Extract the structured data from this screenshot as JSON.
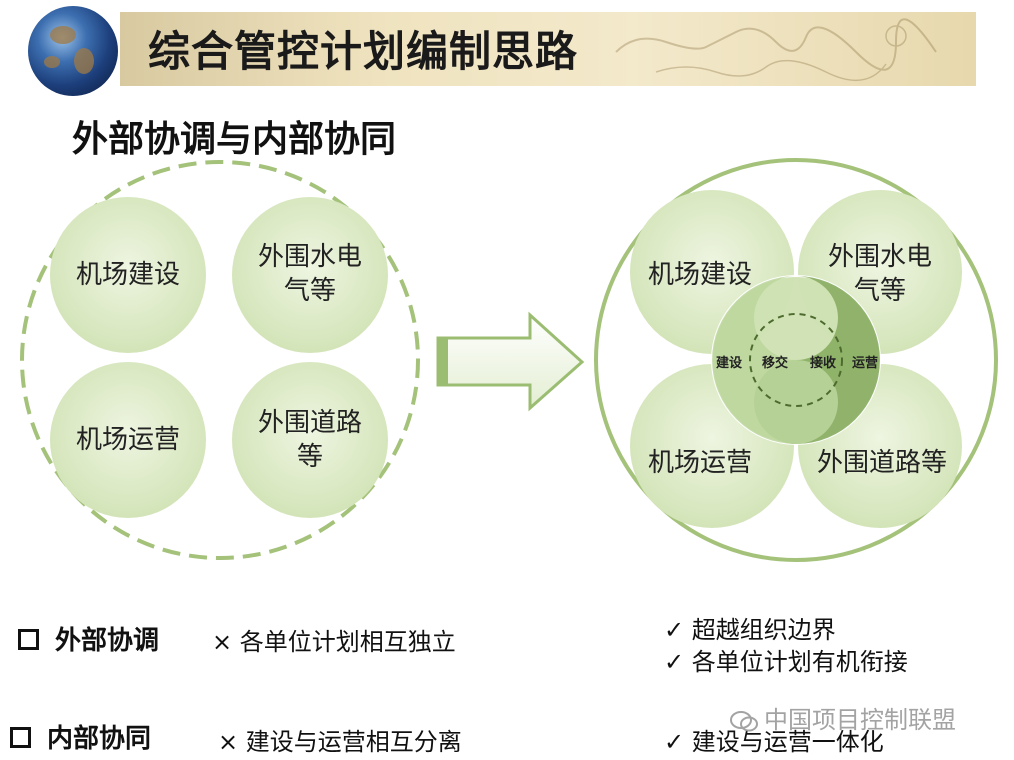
{
  "header": {
    "title": "综合管控计划编制思路"
  },
  "subtitle": "外部协调与内部协同",
  "left_cluster": {
    "items": [
      {
        "label": "机场建设"
      },
      {
        "label": "外围水电\n气等"
      },
      {
        "label": "机场运营"
      },
      {
        "label": "外围道路\n等"
      }
    ]
  },
  "right_cluster": {
    "items": [
      {
        "label": "机场建设"
      },
      {
        "label": "外围水电\n气等"
      },
      {
        "label": "机场运营"
      },
      {
        "label": "外围道路等"
      }
    ],
    "center_labels": [
      "建设",
      "移交",
      "接收",
      "运营"
    ]
  },
  "bottom": {
    "left_rows": [
      {
        "heading": "外部协调",
        "desc": "× 各单位计划相互独立"
      },
      {
        "heading": "内部协同",
        "desc": "× 建设与运营相互分离"
      }
    ],
    "right_checks": [
      "✓ 超越组织边界",
      "✓ 各单位计划有机衔接",
      "✓ 建设与运营一体化"
    ]
  },
  "watermark": "中国项目控制联盟",
  "colors": {
    "circle_fill": "#d5e6bd",
    "circle_outline": "#9bbd72",
    "dashed": "#9bbd72",
    "center_fill": "#a8c886",
    "center_dark": "#7ea35a"
  }
}
